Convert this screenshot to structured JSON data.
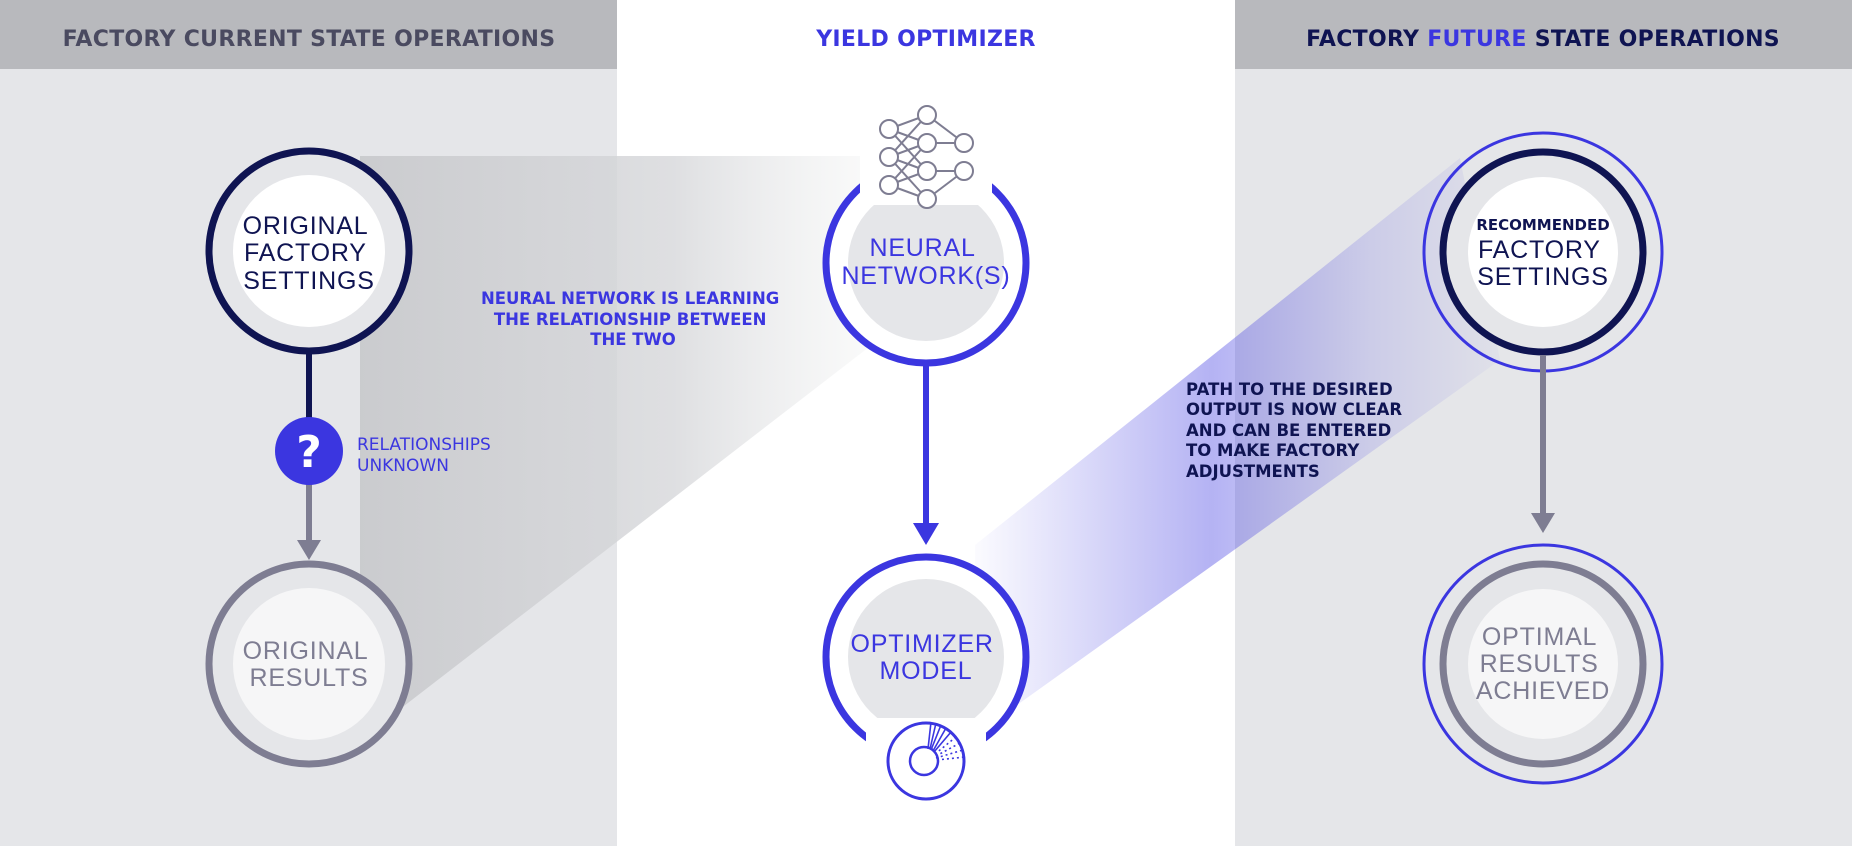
{
  "colors": {
    "panel_bg": "#e5e6e9",
    "header_bg": "#b8b9bd",
    "navy": "#0f1452",
    "blue": "#3b36e0",
    "gray": "#7e7d92",
    "white": "#ffffff"
  },
  "columns": {
    "left_header": "FACTORY CURRENT STATE OPERATIONS",
    "center_header": "YIELD OPTIMIZER",
    "right_header": {
      "part1": "FACTORY",
      "part2": "FUTURE",
      "part3": "STATE OPERATIONS"
    }
  },
  "left": {
    "settings_node": {
      "line1": "ORIGINAL",
      "line2": "FACTORY",
      "line3": "SETTINGS"
    },
    "unknown_badge": {
      "symbol": "?",
      "line1": "RELATIONSHIPS",
      "line2": "UNKNOWN"
    },
    "results_node": {
      "line1": "ORIGINAL",
      "line2": "RESULTS"
    }
  },
  "center": {
    "learning_caption": {
      "line1": "NEURAL NETWORK IS LEARNING",
      "line2": "THE RELATIONSHIP BETWEEN",
      "line3": "THE TWO"
    },
    "neural_node": {
      "line1": "NEURAL",
      "line2": "NETWORK(S)",
      "icon": "neural-network-icon"
    },
    "optimizer_node": {
      "line1": "OPTIMIZER",
      "line2": "MODEL",
      "icon": "dial-icon"
    }
  },
  "right": {
    "path_caption": {
      "line1": "PATH TO THE DESIRED",
      "line2": "OUTPUT IS NOW CLEAR",
      "line3": "AND CAN BE ENTERED",
      "line4": "TO MAKE FACTORY",
      "line5": "ADJUSTMENTS"
    },
    "recommended_node": {
      "small": "RECOMMENDED",
      "line1": "FACTORY",
      "line2": "SETTINGS"
    },
    "optimal_node": {
      "line1": "OPTIMAL",
      "line2": "RESULTS",
      "line3": "ACHIEVED"
    }
  }
}
